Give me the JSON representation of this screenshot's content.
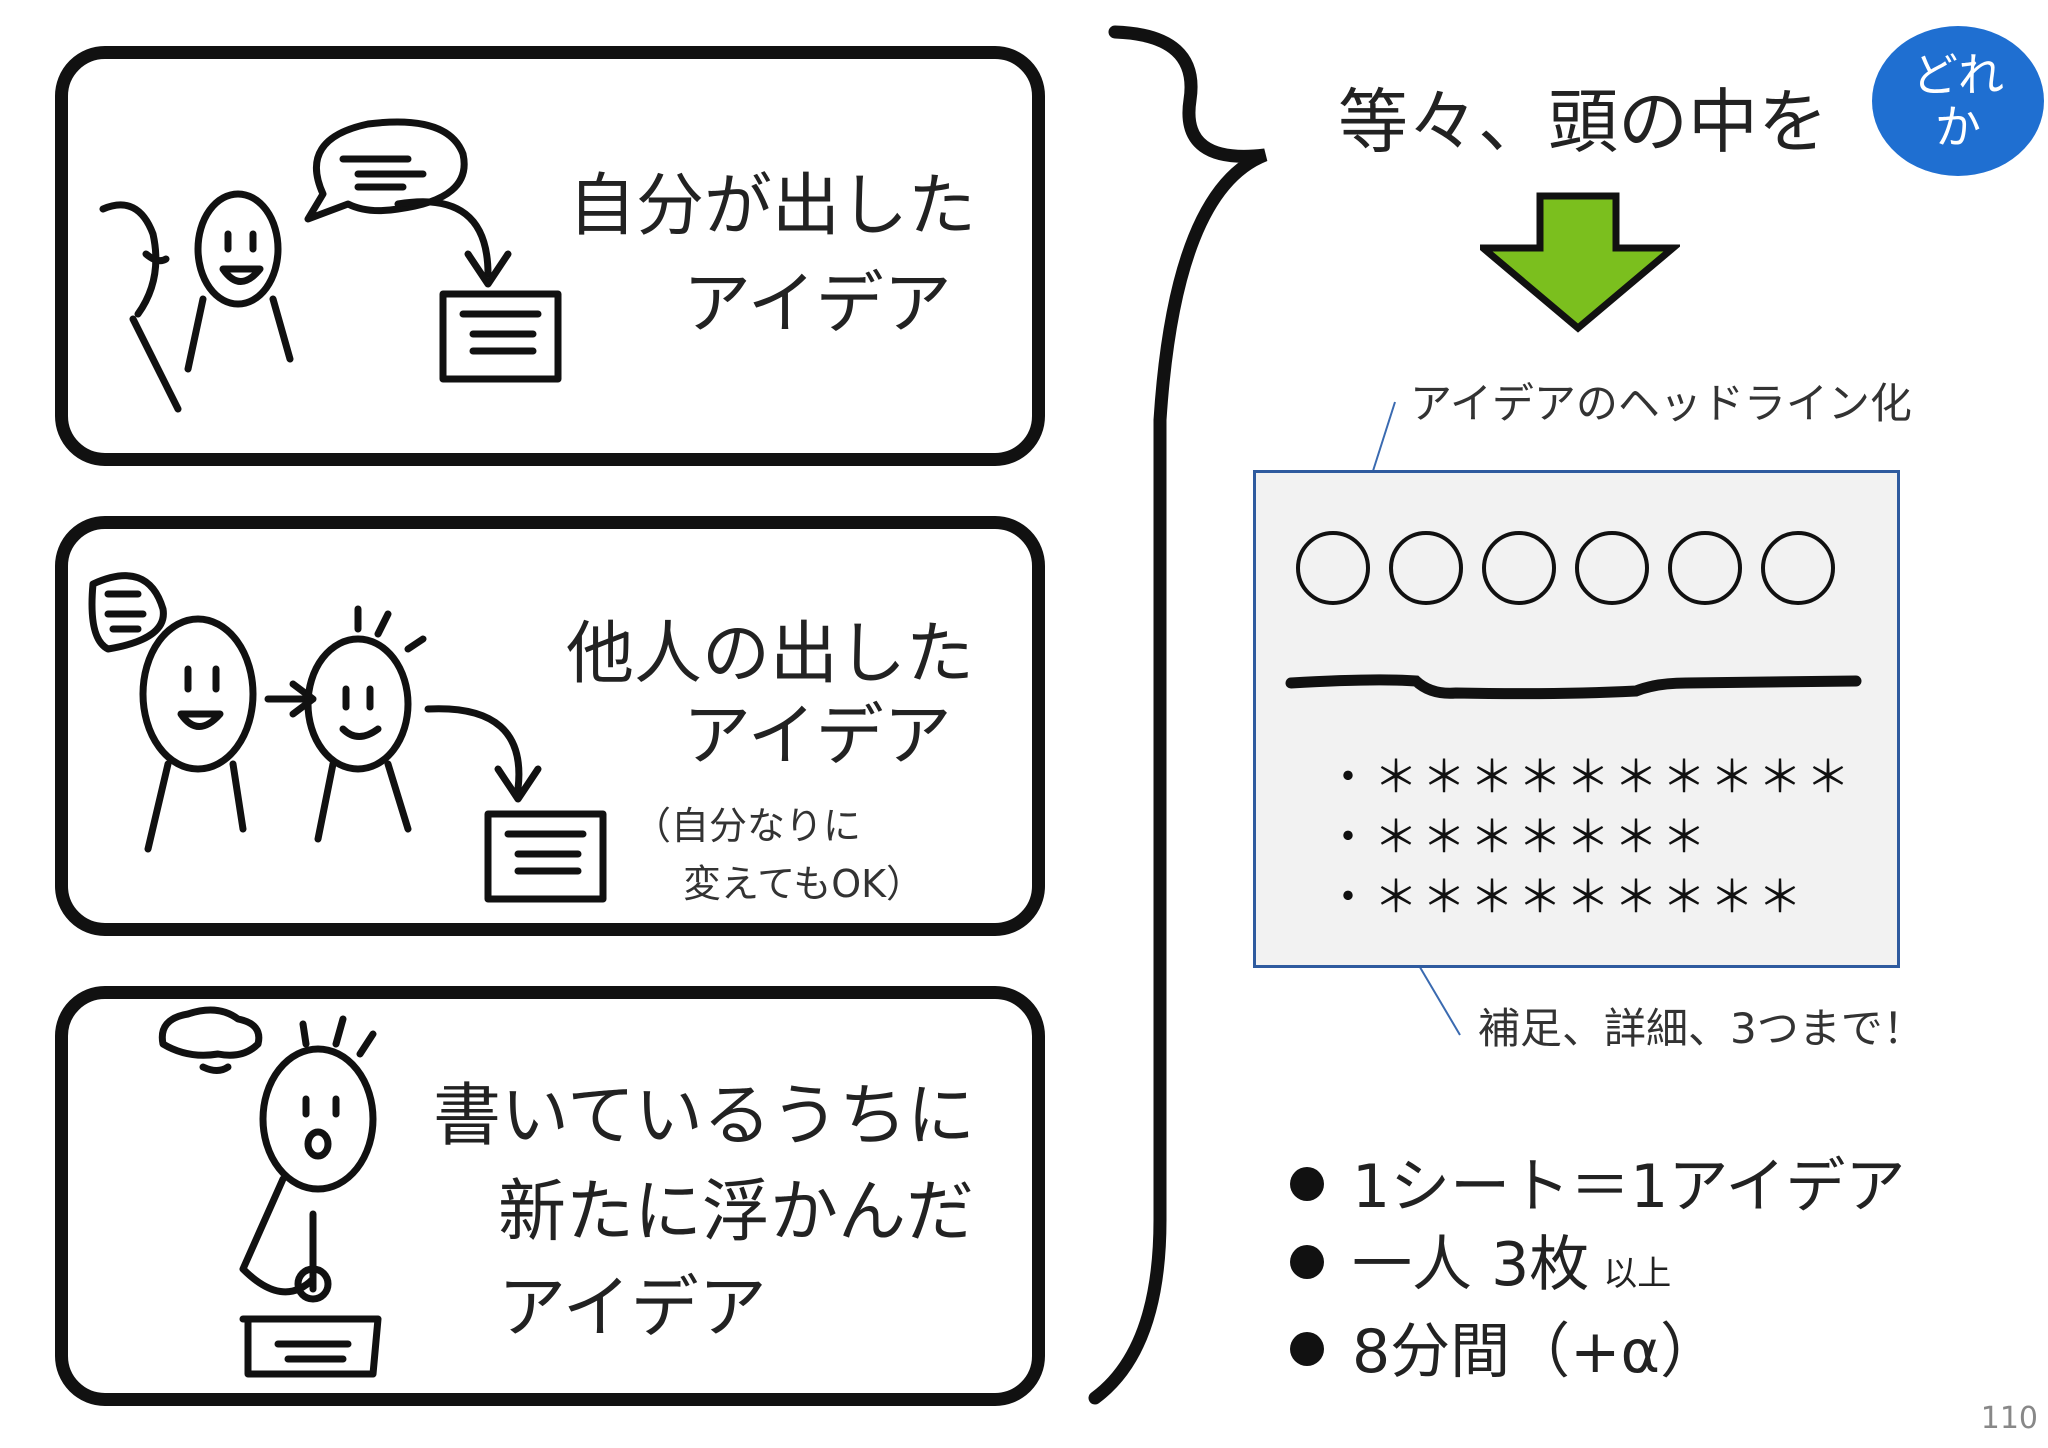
{
  "panels": [
    {
      "line1": "自分が出した",
      "line2": "アイデア"
    },
    {
      "line1": "他人の出した",
      "line2": "アイデア",
      "sub1": "（自分なりに",
      "sub2": "変えてもOK）"
    },
    {
      "line1": "書いているうちに",
      "line2": "新たに浮かんだ",
      "line3": "アイデア"
    }
  ],
  "title": "等々、頭の中を",
  "badge": {
    "line1": "どれ",
    "line2": "か"
  },
  "headline_note": "アイデアのヘッドライン化",
  "details_note": "補足、詳細、3つまで！",
  "sheet": {
    "circles": [
      "〇",
      "〇",
      "〇",
      "〇",
      "〇",
      "〇"
    ],
    "rows": [
      "・＊＊＊＊＊＊＊＊＊＊",
      "・＊＊＊＊＊＊＊",
      "・＊＊＊＊＊＊＊＊＊"
    ]
  },
  "bullets": [
    {
      "text": "1シート＝1アイデア",
      "small": ""
    },
    {
      "text": "一人 3枚",
      "small": "以上"
    },
    {
      "text": "8分間（+α）",
      "small": ""
    }
  ],
  "page_number": "110",
  "colors": {
    "badge": "#1f6fd1",
    "arrow_fill": "#7bbf1e",
    "sheet_border": "#2f5b9f",
    "sheet_bg": "#f2f2f2"
  }
}
